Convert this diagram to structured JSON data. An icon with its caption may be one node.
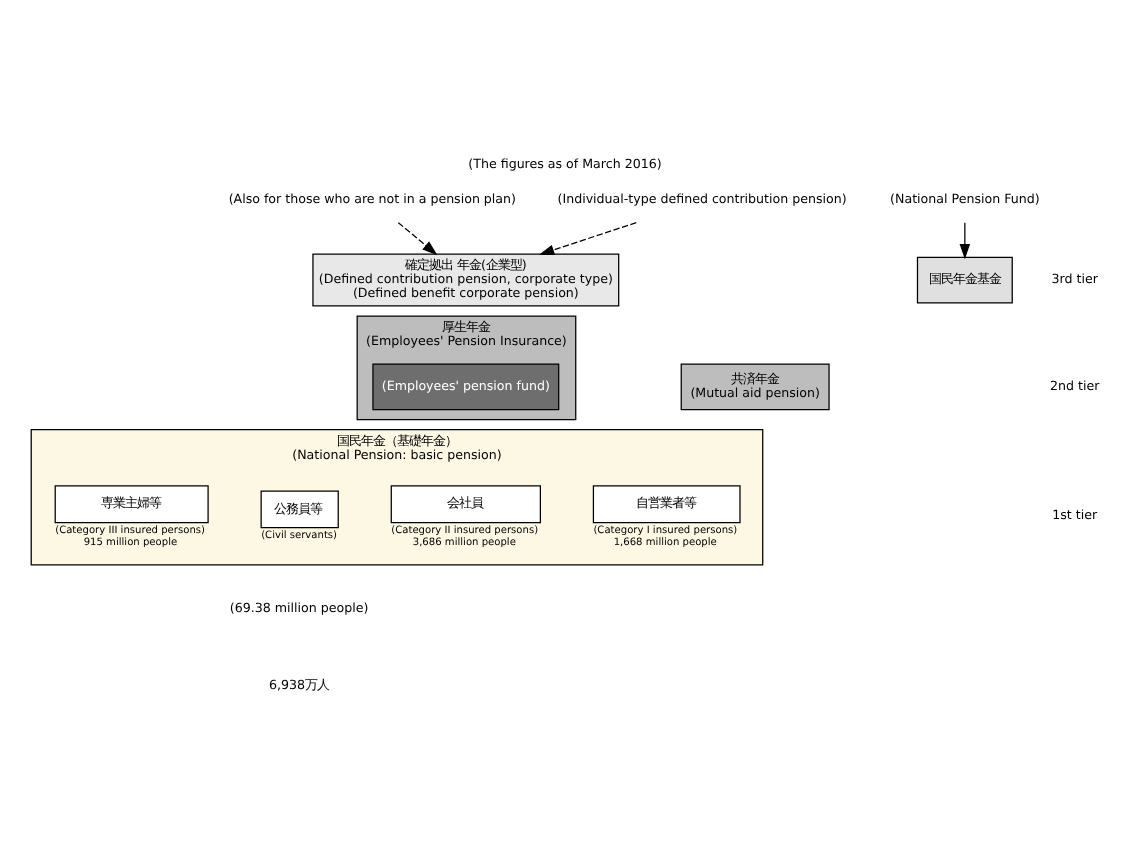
{
  "diagram": {
    "title": "(The figures as of March 2016)",
    "nodes": [
      {
        "text": [
          "国民年金（基礎年金）",
          "(National Pension: basic pension)"
        ]
      },
      {
        "text": [
          "自営業者等"
        ],
        "in": 0,
        "beside": [
          "(Category I insured persons)",
          "1,668 million people"
        ]
      },
      {
        "text": [
          "会社員"
        ],
        "in": 0,
        "beside": [
          "(Category II insured persons)",
          "3,686 million people"
        ]
      },
      {
        "text": [
          "公務員等"
        ],
        "in": 0,
        "beside": [
          "(Civil servants)"
        ]
      },
      {
        "text": [
          "専業主婦等"
        ],
        "in": 0,
        "beside": [
          "(Category III insured persons)",
          "915 million people"
        ]
      },
      {
        "text": [
          "厚生年金",
          "(Employees' Pension Insurance)"
        ]
      },
      {
        "text": [
          "(Employees' pension fund)"
        ],
        "in": 5
      },
      {
        "text": [
          "共済年金",
          "(Mutual aid pension)"
        ]
      },
      {
        "text": [
          "確定拠出 年金(企業型)",
          "(Defined contribution pension, corporate type)",
          "(Defined benefit corporate pension)"
        ]
      },
      {
        "text": [
          "国民年金基金"
        ]
      },
      {
        "text": [
          "(Also for those who are not in a pension plan)"
        ]
      },
      {
        "text": [
          "(National Pension Fund)"
        ]
      },
      {
        "text": [
          "(Individual-type defined contribution pension)"
        ]
      }
    ],
    "edges": [
      {
        "from": 10,
        "to": 8,
        "arrow": "to",
        "style": "dashed"
      },
      {
        "from": 11,
        "to": 9,
        "arrow": "to"
      },
      {
        "from": 12,
        "to": 8,
        "arrow": "to",
        "style": "dashed"
      }
    ],
    "labels": [
      "3rd tier",
      "2nd tier",
      "1st tier",
      "(69.38 million people)",
      "6,938万人"
    ]
  }
}
